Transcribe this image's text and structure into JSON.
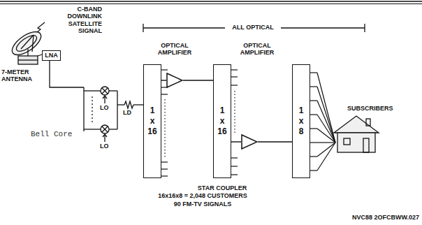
{
  "diagram": {
    "nodes": [
      {
        "text": [
          "LNA"
        ]
      },
      {
        "text": [
          "1 x 16"
        ]
      },
      {
        "text": [
          "OPTICAL AMPLIFIER"
        ]
      },
      {
        "text": [
          "1 x 16",
          "STAR COUPLER"
        ]
      },
      {
        "text": [
          "OPTICAL AMPLIFIER"
        ]
      },
      {
        "text": [
          "1 x 8"
        ]
      }
    ],
    "edges": [
      {
        "from": 1,
        "to": 2,
        "arrow": "none"
      },
      {
        "from": 2,
        "to": 3,
        "arrow": "none"
      },
      {
        "from": 3,
        "to": 4,
        "arrow": "none"
      },
      {
        "from": 4,
        "to": 5,
        "arrow": "none"
      }
    ],
    "labels": [
      "C-BAND DOWNLINK SATELLITE SIGNAL",
      "ALL OPTICAL",
      "7-METER ANTENNA",
      "LO",
      "LO",
      "LD",
      "Bell Core",
      "SUBSCRIBERS",
      "16x16x8 = 2,048 CUSTOMERS",
      "90 FM-TV SIGNALS",
      "NVC88 2OFCBWW.027"
    ]
  }
}
